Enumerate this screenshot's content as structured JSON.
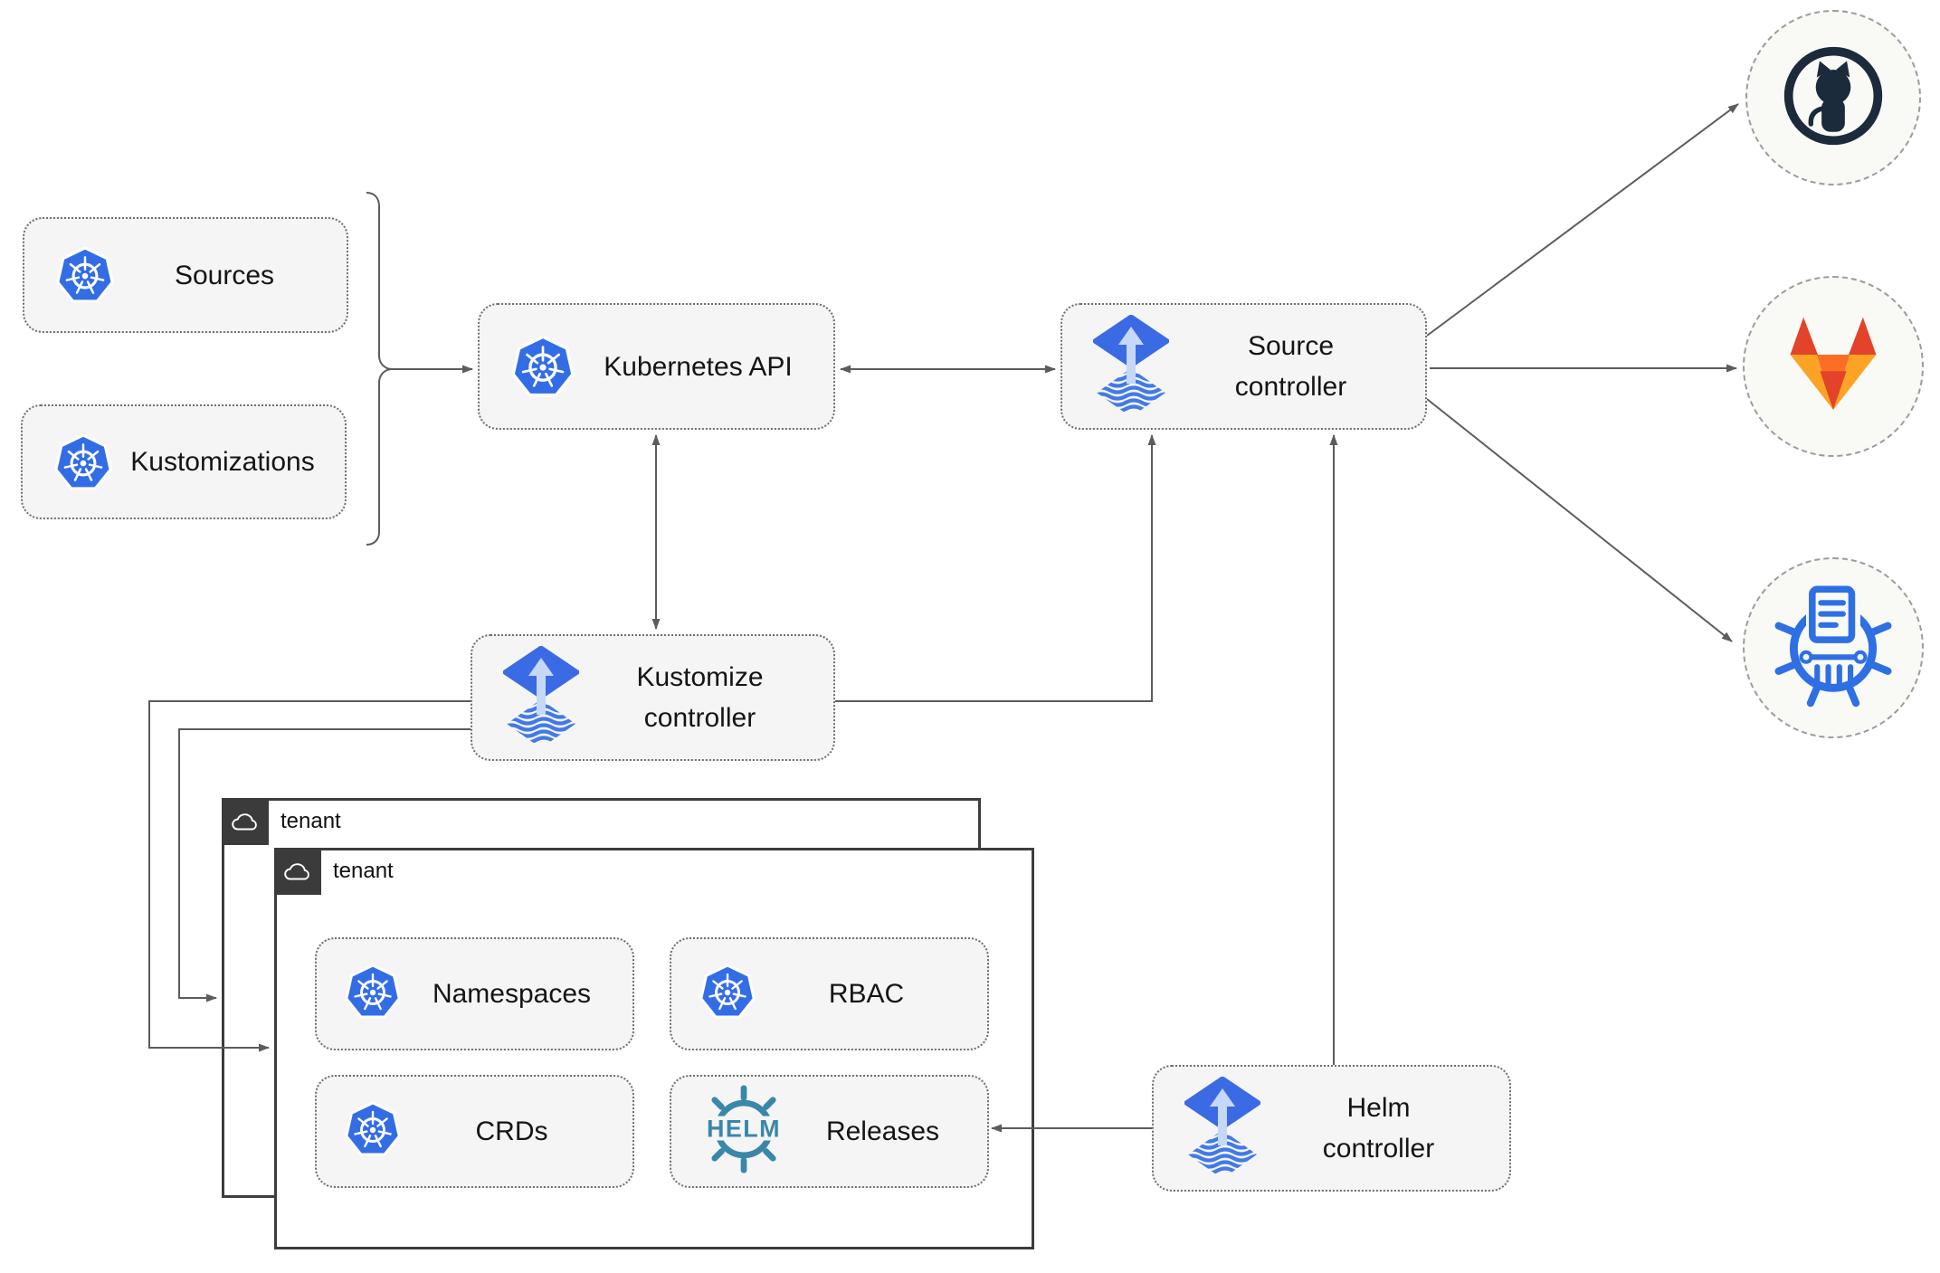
{
  "nodes": {
    "sources": {
      "label": "Sources"
    },
    "kustomizations": {
      "label": "Kustomizations"
    },
    "kubernetes_api": {
      "label": "Kubernetes API"
    },
    "source_controller": {
      "label_line1": "Source",
      "label_line2": "controller"
    },
    "kustomize_controller": {
      "label_line1": "Kustomize",
      "label_line2": "controller"
    },
    "helm_controller": {
      "label_line1": "Helm",
      "label_line2": "controller"
    },
    "namespaces": {
      "label": "Namespaces"
    },
    "rbac": {
      "label": "RBAC"
    },
    "crds": {
      "label": "CRDs"
    },
    "releases": {
      "label": "Releases"
    }
  },
  "tenant_groups": {
    "back": {
      "label": "tenant"
    },
    "front": {
      "label": "tenant"
    }
  },
  "logos": {
    "helm_wordmark": "HELM"
  },
  "icons": {
    "kubernetes-icon": {
      "shape": "blue heptagon with white ship wheel",
      "color": "#326de6"
    },
    "flux-icon": {
      "shape": "blue diamond with light upward arrow over wavy striped diamond",
      "color": "#3b6be4",
      "arrow_color": "#c6d8f8",
      "wave_color": "#4379e8"
    },
    "helm-icon": {
      "shape": "teal ship wheel with HELM wordmark",
      "color": "#3a87a9"
    },
    "github-icon": {
      "shape": "octocat in ring",
      "color": "#1b2b3c"
    },
    "gitlab-icon": {
      "shape": "tanuki fox",
      "colors": [
        "#e24329",
        "#fc6d26",
        "#fca326"
      ]
    },
    "chart-repository-icon": {
      "shape": "ship wheel with document and museum columns",
      "color": "#2e6fe3"
    },
    "cloud-icon": {
      "shape": "white outline cloud on dark tab",
      "color": "#ffffff"
    }
  },
  "colors": {
    "node_fill": "#f5f5f5",
    "node_border": "#6e6e6e",
    "circle_fill": "#f9f9f6",
    "circle_border": "#9c9c9c",
    "tenant_border": "#3d3d3d",
    "tenant_tab": "#3b3b3b",
    "arrow": "#5c5c5c",
    "text": "#151515"
  }
}
